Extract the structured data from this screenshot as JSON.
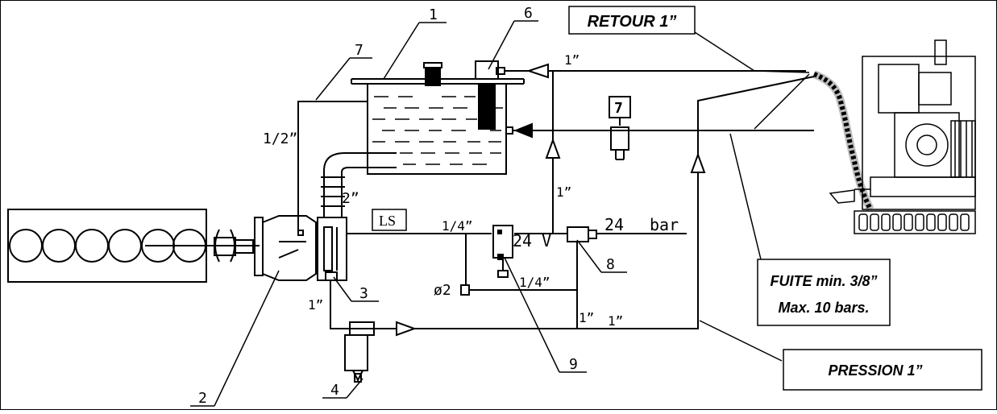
{
  "callouts": {
    "retour": "RETOUR 1”",
    "fuite_line1": "FUITE min. 3/8”",
    "fuite_line2": "Max. 10 bars.",
    "pression": "PRESSION 1”"
  },
  "part_numbers": {
    "n1": "1",
    "n2": "2",
    "n3": "3",
    "n4": "4",
    "n6": "6",
    "n7_top": "7",
    "n7_box": "7",
    "n8": "8",
    "n9": "9"
  },
  "pipe_labels": {
    "half_inch": "1/2”",
    "two_inch": "2”",
    "one_inch_return": "1”",
    "one_inch_vertical": "1”",
    "quarter_top": "1/4”",
    "quarter_bottom": "1/4”",
    "one_inch_left": "1”",
    "one_inch_bottom_a": "1”",
    "one_inch_bottom_b": "1”",
    "ls": "LS",
    "diameter": "ø2",
    "voltage": "24 V",
    "pressure_value": "24",
    "pressure_unit": "bar"
  }
}
